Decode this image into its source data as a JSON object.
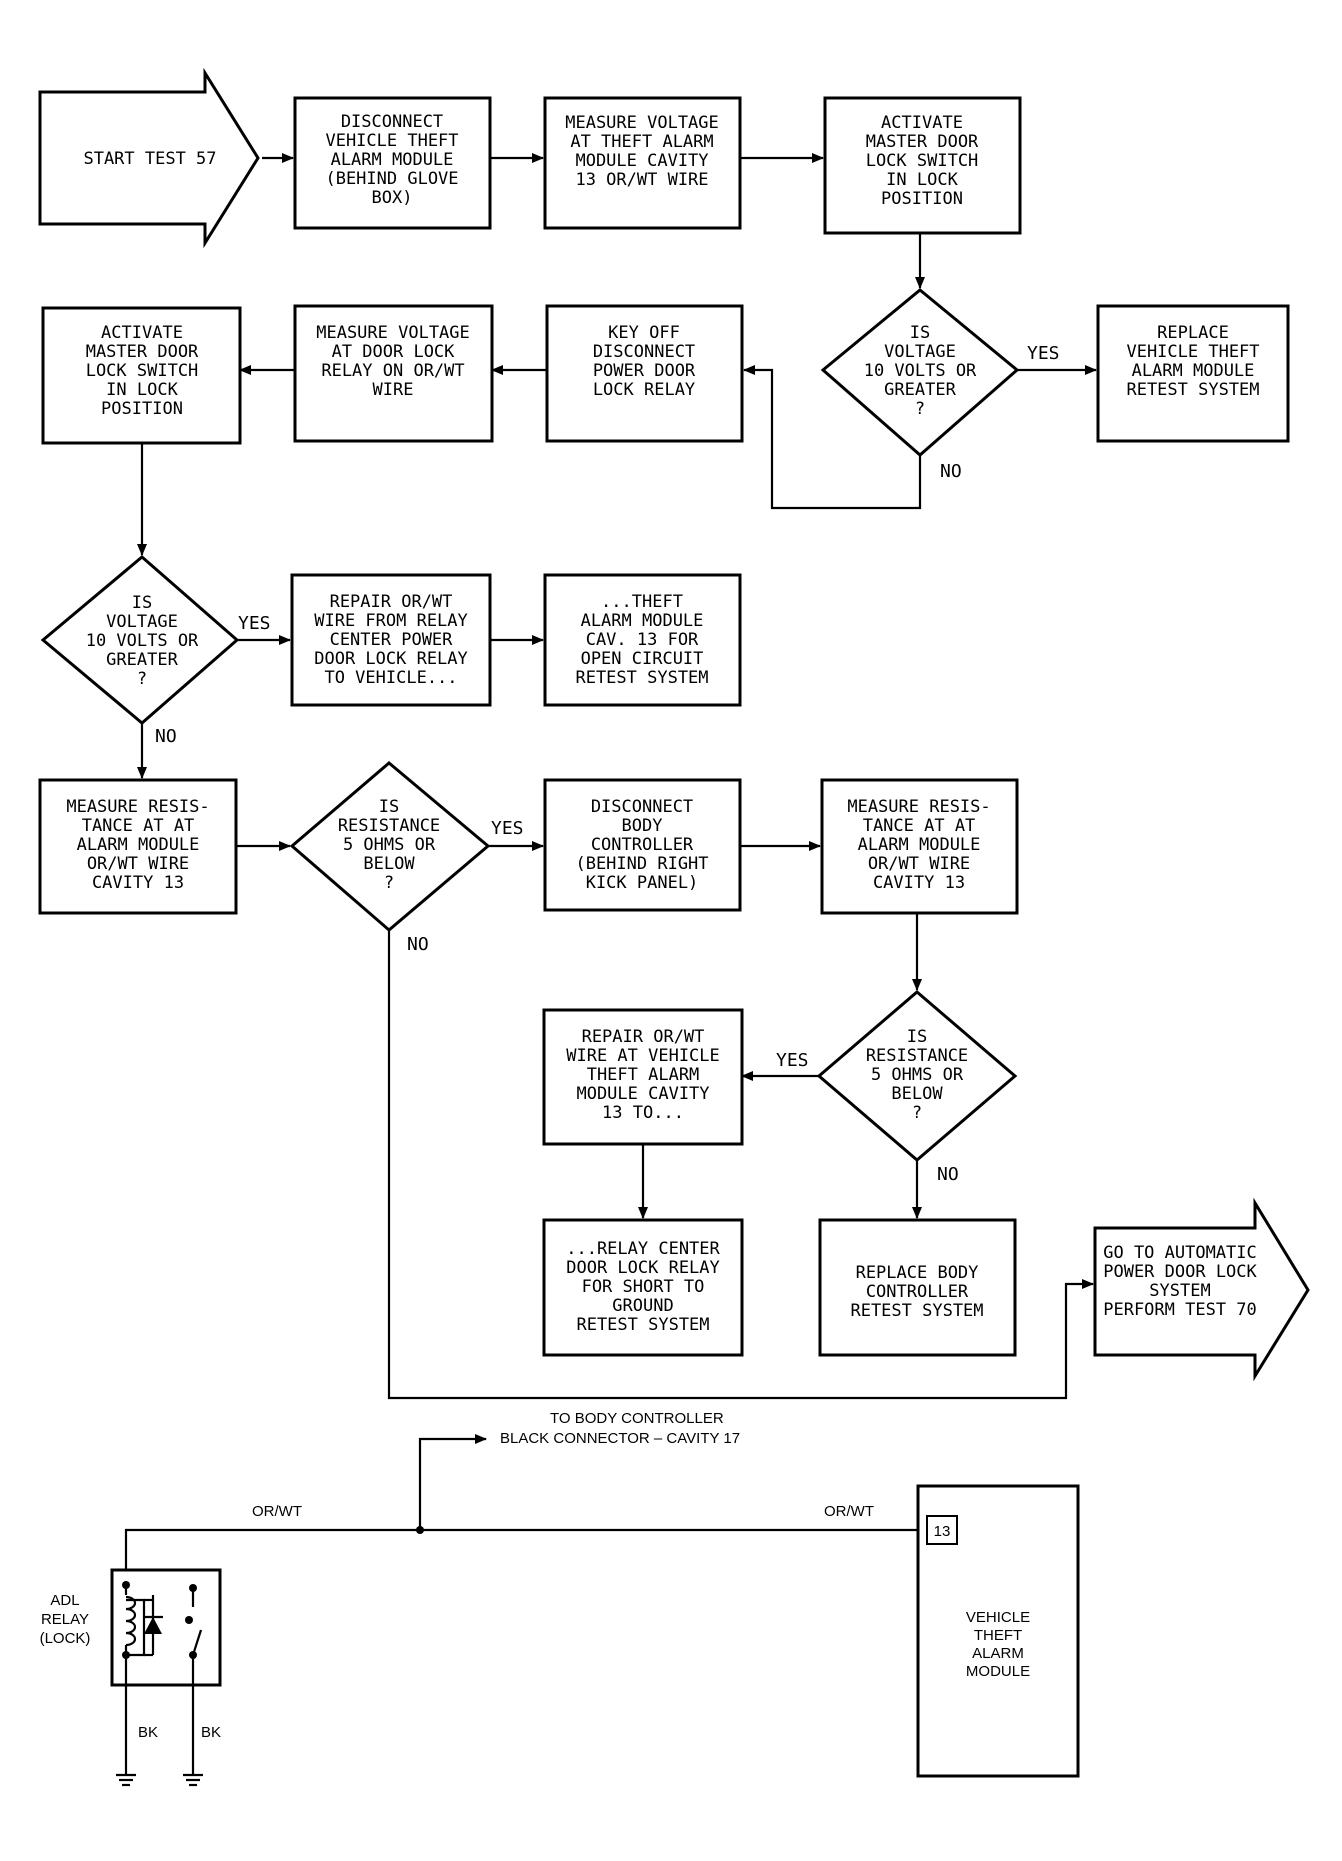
{
  "nodes": {
    "start": [
      "START TEST 57"
    ],
    "disconnect_vta": [
      "DISCONNECT",
      "VEHICLE THEFT",
      "ALARM MODULE",
      "(BEHIND GLOVE",
      "BOX)"
    ],
    "measure_voltage_vta": [
      "MEASURE VOLTAGE",
      "AT THEFT ALARM",
      "MODULE CAVITY",
      "13 OR/WT WIRE"
    ],
    "activate_switch_1": [
      "ACTIVATE",
      "MASTER DOOR",
      "LOCK SWITCH",
      "IN LOCK",
      "POSITION"
    ],
    "decision_voltage_1": [
      "IS",
      "VOLTAGE",
      "10 VOLTS OR",
      "GREATER",
      "?"
    ],
    "replace_vta": [
      "REPLACE",
      "VEHICLE THEFT",
      "ALARM MODULE",
      "RETEST SYSTEM"
    ],
    "key_off": [
      "KEY OFF",
      "DISCONNECT",
      "POWER DOOR",
      "LOCK RELAY"
    ],
    "measure_voltage_relay": [
      "MEASURE VOLTAGE",
      "AT DOOR LOCK",
      "RELAY ON OR/WT",
      "WIRE"
    ],
    "activate_switch_2": [
      "ACTIVATE",
      "MASTER DOOR",
      "LOCK SWITCH",
      "IN LOCK",
      "POSITION"
    ],
    "decision_voltage_2": [
      "IS",
      "VOLTAGE",
      "10 VOLTS OR",
      "GREATER",
      "?"
    ],
    "repair_wire_1": [
      "REPAIR OR/WT",
      "WIRE FROM RELAY",
      "CENTER POWER",
      "DOOR LOCK RELAY",
      "TO VEHICLE..."
    ],
    "repair_wire_1_cont": [
      "...THEFT",
      "ALARM MODULE",
      "CAV. 13 FOR",
      "OPEN CIRCUIT",
      "RETEST SYSTEM"
    ],
    "measure_resistance_1": [
      "MEASURE RESIS-",
      "TANCE AT AT",
      "ALARM MODULE",
      "OR/WT WIRE",
      "CAVITY 13"
    ],
    "decision_resistance_1": [
      "IS",
      "RESISTANCE",
      "5 OHMS OR",
      "BELOW",
      "?"
    ],
    "disconnect_body": [
      "DISCONNECT",
      "BODY",
      "CONTROLLER",
      "(BEHIND RIGHT",
      "KICK PANEL)"
    ],
    "measure_resistance_2": [
      "MEASURE RESIS-",
      "TANCE AT AT",
      "ALARM MODULE",
      "OR/WT WIRE",
      "CAVITY 13"
    ],
    "decision_resistance_2": [
      "IS",
      "RESISTANCE",
      "5 OHMS OR",
      "BELOW",
      "?"
    ],
    "repair_wire_2": [
      "REPAIR OR/WT",
      "WIRE AT VEHICLE",
      "THEFT ALARM",
      "MODULE CAVITY",
      "13 TO..."
    ],
    "repair_wire_2_cont": [
      "...RELAY CENTER",
      "DOOR LOCK RELAY",
      "FOR SHORT TO",
      "GROUND",
      "RETEST SYSTEM"
    ],
    "replace_body": [
      "REPLACE BODY",
      "CONTROLLER",
      "RETEST SYSTEM"
    ],
    "goto_test70": [
      "GO TO AUTOMATIC",
      "POWER DOOR LOCK",
      "SYSTEM",
      "PERFORM TEST 70"
    ]
  },
  "labels": {
    "yes": "YES",
    "no": "NO"
  },
  "wiring": {
    "to_body_controller": [
      "TO BODY CONTROLLER",
      "BLACK CONNECTOR – CAVITY 17"
    ],
    "wire_left": "OR/WT",
    "wire_right": "OR/WT",
    "cavity_number": "13",
    "relay_label": [
      "ADL",
      "RELAY",
      "(LOCK)"
    ],
    "ground_left": "BK",
    "ground_right": "BK",
    "module_label": [
      "VEHICLE",
      "THEFT",
      "ALARM",
      "MODULE"
    ]
  }
}
